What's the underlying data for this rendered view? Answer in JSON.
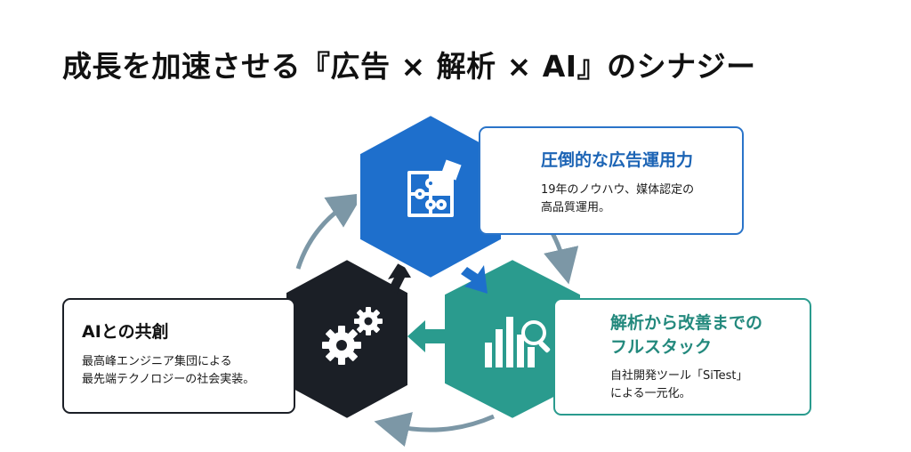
{
  "title": "成長を加速させる『広告 × 解析 × AI』のシナジー",
  "colors": {
    "blue": "#1e6fcc",
    "teal": "#2a9b8e",
    "dark": "#1b1f26",
    "arrow": "#7c97a6"
  },
  "nodes": {
    "ads": {
      "icon": "puzzle-icon",
      "title": "圧倒的な広告運用力",
      "desc_line1": "19年のノウハウ、媒体認定の",
      "desc_line2": "高品質運用。"
    },
    "analytics": {
      "icon": "bar-chart-magnifier-icon",
      "title_line1": "解析から改善までの",
      "title_line2": "フルスタック",
      "desc_line1": "自社開発ツール「SiTest」",
      "desc_line2": "による一元化。"
    },
    "ai": {
      "icon": "gears-icon",
      "title": "AIとの共創",
      "desc_line1": "最高峰エンジニア集団による",
      "desc_line2": "最先端テクノロジーの社会実装。"
    }
  }
}
